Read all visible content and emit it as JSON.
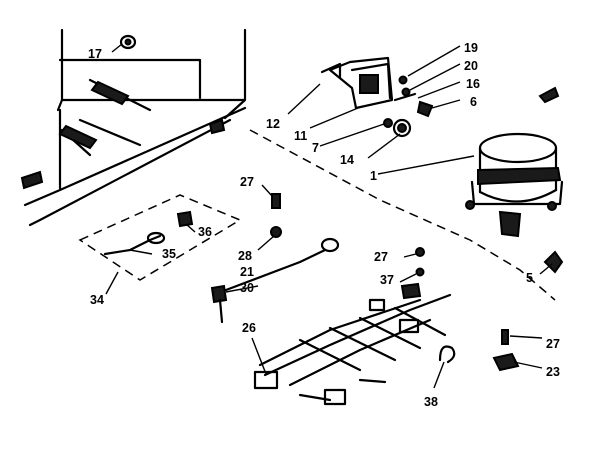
{
  "callouts": {
    "c5": "5",
    "c6": "6",
    "c1": "1",
    "c7": "7",
    "c11": "11",
    "c12": "12",
    "c14": "14",
    "c16": "16",
    "c17": "17",
    "c19": "19",
    "c20": "20",
    "c21": "21",
    "c23": "23",
    "c26": "26",
    "c27a": "27",
    "c27b": "27",
    "c27c": "27",
    "c28": "28",
    "c30": "30",
    "c34": "34",
    "c35": "35",
    "c36": "36",
    "c37": "37",
    "c38": "38"
  }
}
